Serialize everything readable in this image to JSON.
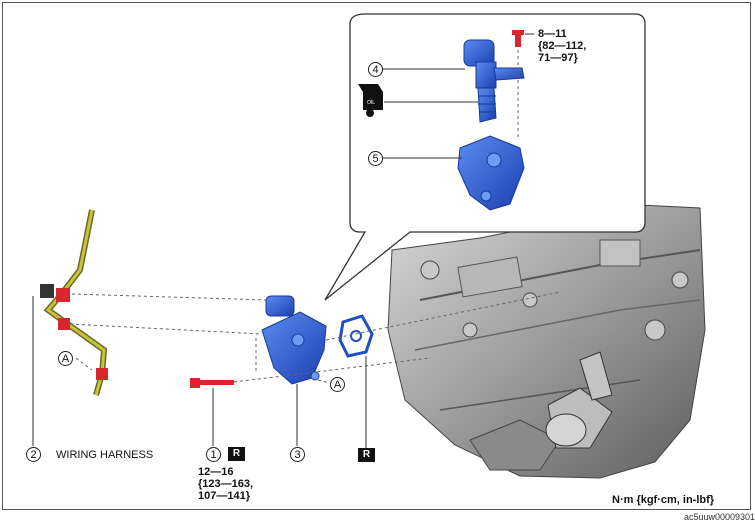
{
  "labels": {
    "part1": "1",
    "part2": "2",
    "part3": "3",
    "part4": "4",
    "part5": "5",
    "ref_a1": "A",
    "ref_a2": "A",
    "replace1": "R",
    "replace2": "R",
    "wiring_harness": "WIRING HARNESS",
    "oil": "OIL"
  },
  "torque_bolt1": {
    "line1": "12—16",
    "line2": "{123—163,",
    "line3": "107—141}"
  },
  "torque_bolt_upper": {
    "line1": "8—11",
    "line2": "{82—112,",
    "line3": "71—97}"
  },
  "units": "N·m {kgf·cm, in-lbf}",
  "image_code": "ac5uuw00009301",
  "colors": {
    "part_blue": "#2a5fd8",
    "bolt_red": "#d8262e",
    "harness_yellow": "#c9c23a",
    "engine_gray": "#9a9a9a"
  }
}
